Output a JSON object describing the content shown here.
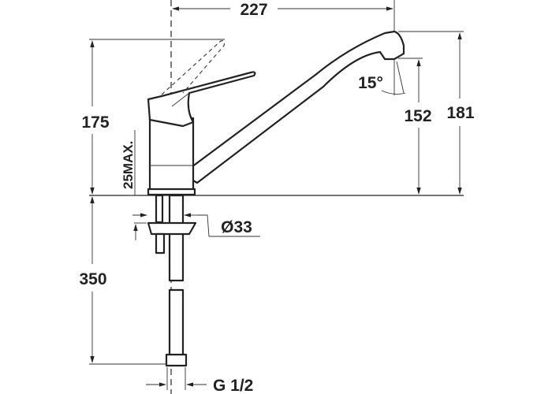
{
  "title": "Faucet dimension drawing",
  "dimensions": {
    "width_spout": "227",
    "height_lever": "175",
    "height_total": "181",
    "height_spout_outlet": "152",
    "spout_angle": "15°",
    "max_countertop": "25MAX.",
    "hose_length": "350",
    "hole_diameter": "Ø33",
    "connection": "G 1/2"
  },
  "colors": {
    "line": "#222222",
    "background": "#ffffff"
  }
}
